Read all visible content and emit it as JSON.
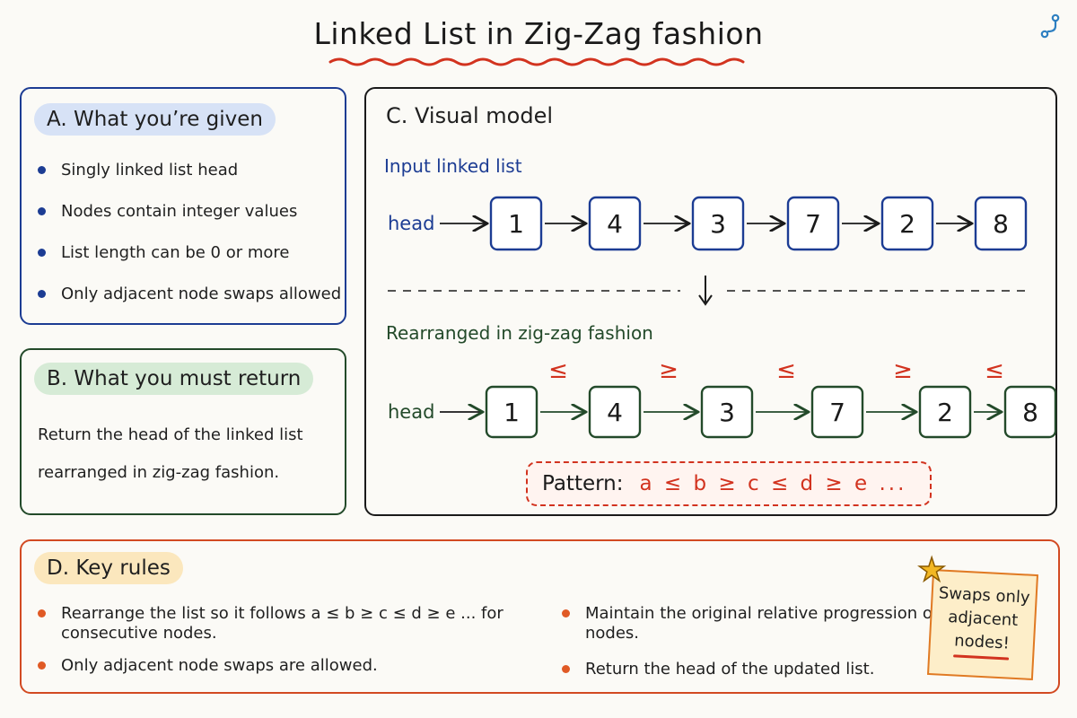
{
  "title": "Linked List in Zig-Zag fashion",
  "colors": {
    "blue": "#1c3c93",
    "green": "#234a2a",
    "red": "#d2331f",
    "orange": "#e05a25",
    "dark": "#1a1a1a"
  },
  "card_a": {
    "heading": "A. What you’re given",
    "bullets": [
      "Singly linked list head",
      "Nodes contain integer values",
      "List length can be 0 or more",
      "Only adjacent node swaps allowed"
    ]
  },
  "card_b": {
    "heading": "B. What you must return",
    "text": "Return the head of the linked list rearranged in zig-zag fashion."
  },
  "card_c": {
    "heading": "C. Visual model",
    "input_label": "Input linked list",
    "output_label": "Rearranged in zig-zag fashion",
    "head_label": "head",
    "input_nodes": [
      "1",
      "4",
      "3",
      "7",
      "2",
      "8"
    ],
    "output_nodes": [
      "1",
      "4",
      "3",
      "7",
      "2",
      "8"
    ],
    "comparisons": [
      "≤",
      "≥",
      "≤",
      "≥",
      "≤"
    ],
    "pattern_label": "Pattern:",
    "pattern_expr": "a ≤ b ≥ c ≤ d ≥ e ..."
  },
  "card_d": {
    "heading": "D. Key rules",
    "left_bullets": [
      "Rearrange the list so it follows a ≤ b ≥ c ≤ d ≥ e ... for consecutive nodes.",
      "Only adjacent node swaps are allowed."
    ],
    "right_bullets": [
      "Maintain the original relative progression of nodes.",
      "Return the head of the updated list."
    ],
    "note": {
      "line1": "Swaps only",
      "line2": "adjacent",
      "line3": "nodes!"
    }
  },
  "icons": [
    "branch-icon",
    "star-icon",
    "down-arrow-icon"
  ]
}
